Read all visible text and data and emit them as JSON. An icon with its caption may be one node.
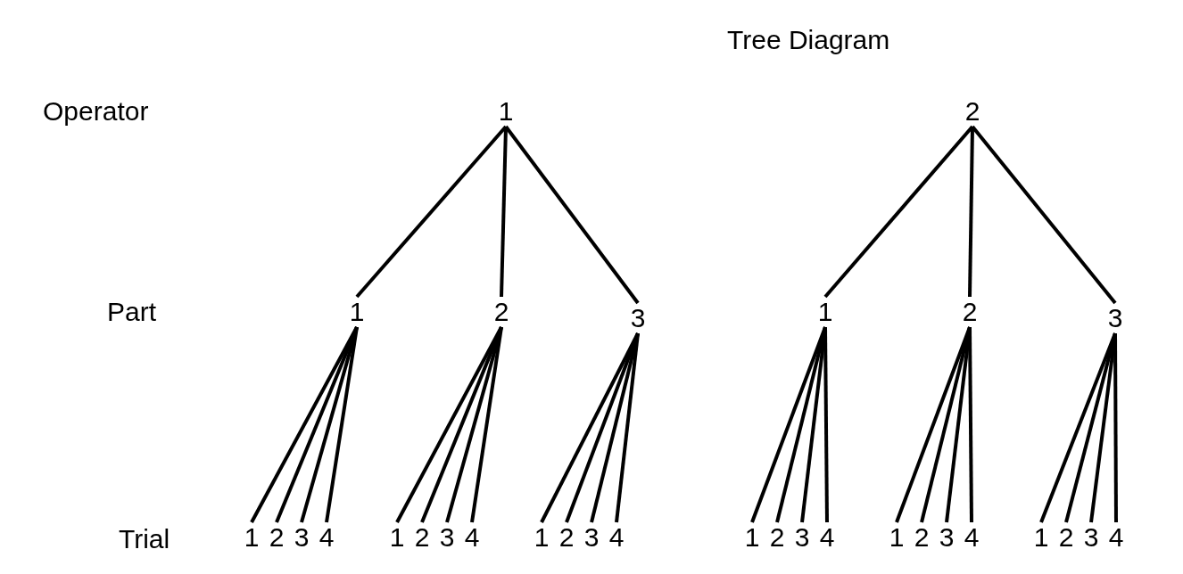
{
  "diagram": {
    "title": "Tree Diagram",
    "nodes": [
      {
        "text": [
          "1"
        ]
      },
      {
        "text": [
          "2"
        ]
      },
      {
        "text": [
          "1"
        ]
      },
      {
        "text": [
          "2"
        ]
      },
      {
        "text": [
          "3"
        ]
      },
      {
        "text": [
          "1"
        ]
      },
      {
        "text": [
          "2"
        ]
      },
      {
        "text": [
          "3"
        ]
      },
      {
        "text": [
          "1"
        ]
      },
      {
        "text": [
          "2"
        ]
      },
      {
        "text": [
          "3"
        ]
      },
      {
        "text": [
          "4"
        ]
      },
      {
        "text": [
          "1"
        ]
      },
      {
        "text": [
          "2"
        ]
      },
      {
        "text": [
          "3"
        ]
      },
      {
        "text": [
          "4"
        ]
      },
      {
        "text": [
          "1"
        ]
      },
      {
        "text": [
          "2"
        ]
      },
      {
        "text": [
          "3"
        ]
      },
      {
        "text": [
          "4"
        ]
      },
      {
        "text": [
          "1"
        ]
      },
      {
        "text": [
          "2"
        ]
      },
      {
        "text": [
          "3"
        ]
      },
      {
        "text": [
          "4"
        ]
      },
      {
        "text": [
          "1"
        ]
      },
      {
        "text": [
          "2"
        ]
      },
      {
        "text": [
          "3"
        ]
      },
      {
        "text": [
          "4"
        ]
      },
      {
        "text": [
          "1"
        ]
      },
      {
        "text": [
          "2"
        ]
      },
      {
        "text": [
          "3"
        ]
      },
      {
        "text": [
          "4"
        ]
      }
    ],
    "edges": [
      {
        "from": 0,
        "to": 2,
        "arrow": "none"
      },
      {
        "from": 0,
        "to": 3,
        "arrow": "none"
      },
      {
        "from": 0,
        "to": 4,
        "arrow": "none"
      },
      {
        "from": 1,
        "to": 5,
        "arrow": "none"
      },
      {
        "from": 1,
        "to": 6,
        "arrow": "none"
      },
      {
        "from": 1,
        "to": 7,
        "arrow": "none"
      },
      {
        "from": 2,
        "to": 8,
        "arrow": "none"
      },
      {
        "from": 2,
        "to": 9,
        "arrow": "none"
      },
      {
        "from": 2,
        "to": 10,
        "arrow": "none"
      },
      {
        "from": 2,
        "to": 11,
        "arrow": "none"
      },
      {
        "from": 3,
        "to": 12,
        "arrow": "none"
      },
      {
        "from": 3,
        "to": 13,
        "arrow": "none"
      },
      {
        "from": 3,
        "to": 14,
        "arrow": "none"
      },
      {
        "from": 3,
        "to": 15,
        "arrow": "none"
      },
      {
        "from": 4,
        "to": 16,
        "arrow": "none"
      },
      {
        "from": 4,
        "to": 17,
        "arrow": "none"
      },
      {
        "from": 4,
        "to": 18,
        "arrow": "none"
      },
      {
        "from": 4,
        "to": 19,
        "arrow": "none"
      },
      {
        "from": 5,
        "to": 20,
        "arrow": "none"
      },
      {
        "from": 5,
        "to": 21,
        "arrow": "none"
      },
      {
        "from": 5,
        "to": 22,
        "arrow": "none"
      },
      {
        "from": 5,
        "to": 23,
        "arrow": "none"
      },
      {
        "from": 6,
        "to": 24,
        "arrow": "none"
      },
      {
        "from": 6,
        "to": 25,
        "arrow": "none"
      },
      {
        "from": 6,
        "to": 26,
        "arrow": "none"
      },
      {
        "from": 6,
        "to": 27,
        "arrow": "none"
      },
      {
        "from": 7,
        "to": 28,
        "arrow": "none"
      },
      {
        "from": 7,
        "to": 29,
        "arrow": "none"
      },
      {
        "from": 7,
        "to": 30,
        "arrow": "none"
      },
      {
        "from": 7,
        "to": 31,
        "arrow": "none"
      }
    ],
    "labels": [
      "Operator",
      "Part",
      "Trial"
    ]
  }
}
